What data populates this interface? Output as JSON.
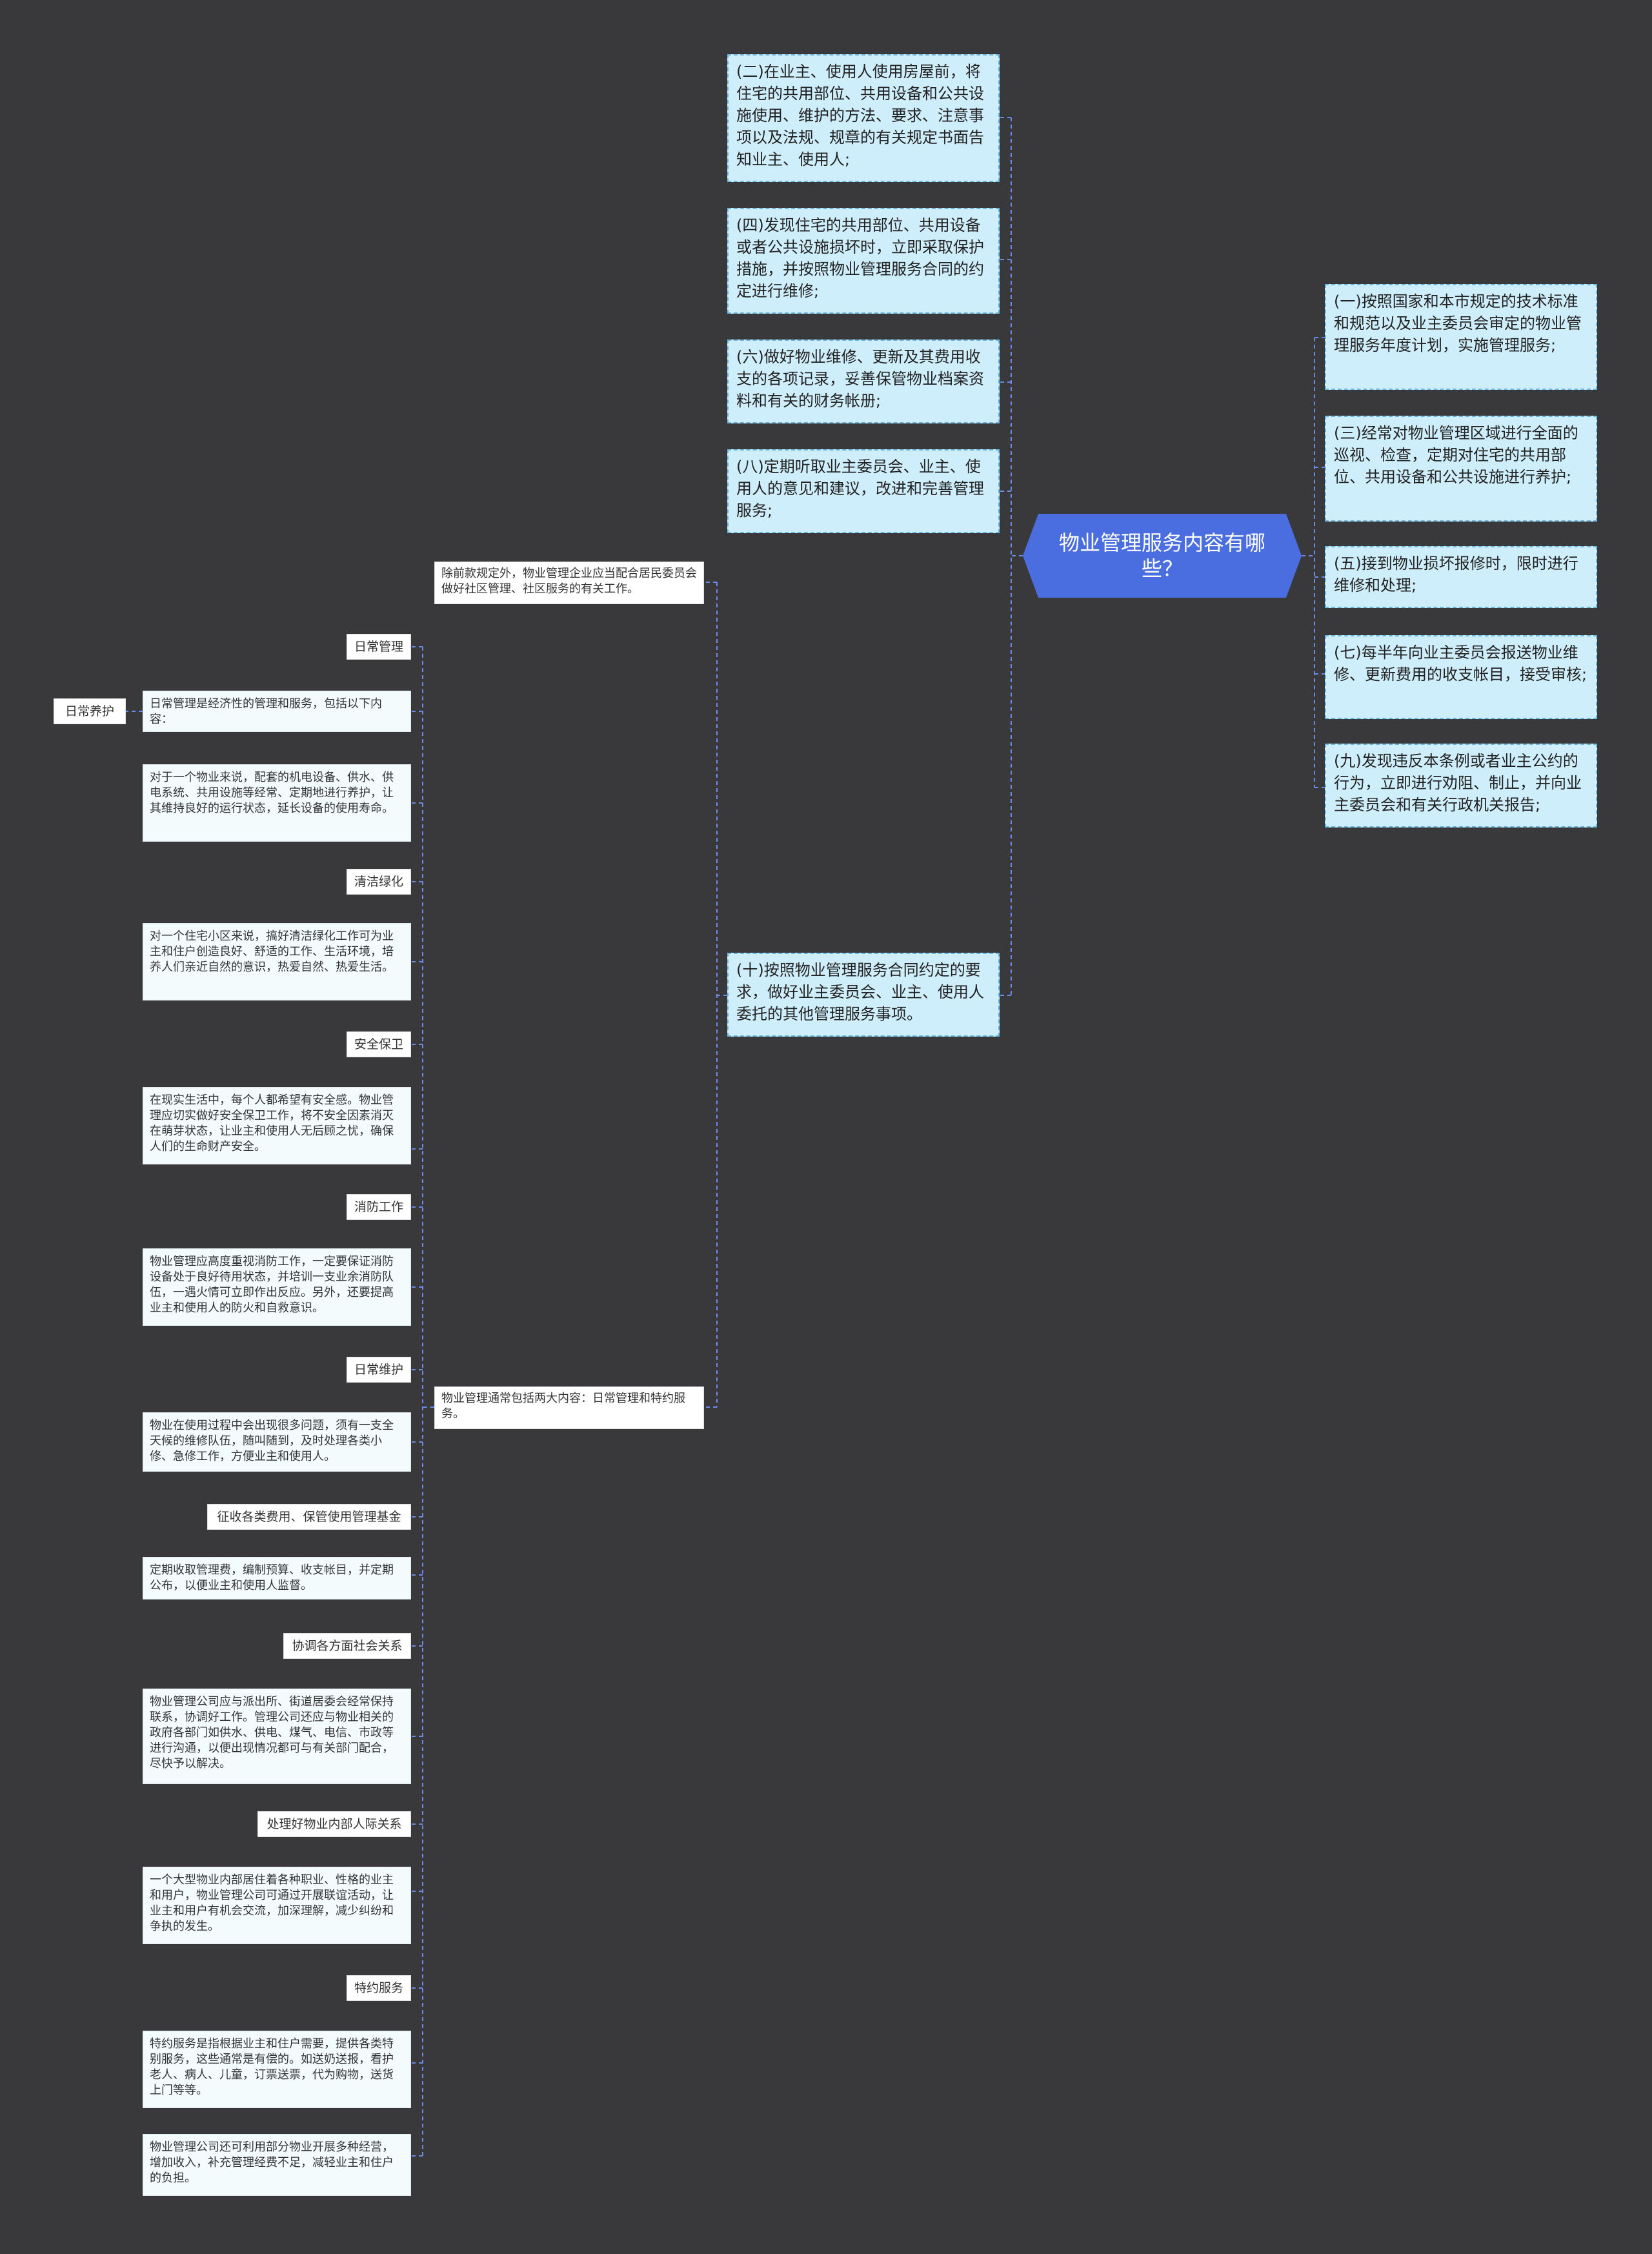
{
  "root": {
    "title": "物业管理服务内容有哪些？"
  },
  "right_items": [
    "(一)按照国家和本市规定的技术标准和规范以及业主委员会审定的物业管理服务年度计划，实施管理服务;",
    "(三)经常对物业管理区域进行全面的巡视、检查，定期对住宅的共用部位、共用设备和公共设施进行养护;",
    "(五)接到物业损坏报修时，限时进行维修和处理;",
    "(七)每半年向业主委员会报送物业维修、更新费用的收支帐目，接受审核;",
    "(九)发现违反本条例或者业主公约的行为，立即进行劝阻、制止，并向业主委员会和有关行政机关报告;"
  ],
  "left_items": [
    "(二)在业主、使用人使用房屋前，将住宅的共用部位、共用设备和公共设施使用、维护的方法、要求、注意事项以及法规、规章的有关规定书面告知业主、使用人;",
    "(四)发现住宅的共用部位、共用设备或者公共设施损坏时，立即采取保护措施，并按照物业管理服务合同的约定进行维修;",
    "(六)做好物业维修、更新及其费用收支的各项记录，妥善保管物业档案资料和有关的财务帐册;",
    "(八)定期听取业主委员会、业主、使用人的意见和建议，改进和完善管理服务;",
    "(十)按照物业管理服务合同约定的要求，做好业主委员会、业主、使用人委托的其他管理服务事项。"
  ],
  "sub_nodes": {
    "community": "除前款规定外，物业管理企业应当配合居民委员会做好社区管理、社区服务的有关工作。",
    "two_contents": "物业管理通常包括两大内容：日常管理和特约服务。"
  },
  "detail": {
    "daily_management_label": "日常管理",
    "daily_management_text": "日常管理是经济性的管理和服务，包括以下内容：",
    "daily_maintenance_outer_label": "日常养护",
    "equipment_text": "对于一个物业来说，配套的机电设备、供水、供电系统、共用设施等经常、定期地进行养护，让其维持良好的运行状态，延长设备的使用寿命。",
    "cleaning_label": "清洁绿化",
    "cleaning_text": "对一个住宅小区来说，搞好清洁绿化工作可为业主和住户创造良好、舒适的工作、生活环境，培养人们亲近自然的意识，热爱自然、热爱生活。",
    "security_label": "安全保卫",
    "security_text": "在现实生活中，每个人都希望有安全感。物业管理应切实做好安全保卫工作，将不安全因素消灭在萌芽状态，让业主和使用人无后顾之忧，确保人们的生命财产安全。",
    "fire_label": "消防工作",
    "fire_text": "物业管理应高度重视消防工作，一定要保证消防设备处于良好待用状态，并培训一支业余消防队伍，一遇火情可立即作出反应。另外，还要提高业主和使用人的防火和自救意识。",
    "repair_label": "日常维护",
    "repair_text": "物业在使用过程中会出现很多问题，须有一支全天候的维修队伍，随叫随到，及时处理各类小修、急修工作，方便业主和使用人。",
    "fee_label": "征收各类费用、保管使用管理基金",
    "fee_text": "定期收取管理费，编制预算、收支帐目，并定期公布，以便业主和使用人监督。",
    "social_label": "协调各方面社会关系",
    "social_text": "物业管理公司应与派出所、街道居委会经常保持联系，协调好工作。管理公司还应与物业相关的政府各部门如供水、供电、煤气、电信、市政等进行沟通，以便出现情况都可与有关部门配合，尽快予以解决。",
    "internal_label": "处理好物业内部人际关系",
    "internal_text": "一个大型物业内部居住着各种职业、性格的业主和用户，物业管理公司可通过开展联谊活动，让业主和用户有机会交流，加深理解，减少纠纷和争执的发生。",
    "special_label": "特约服务",
    "special_text": "特约服务是指根据业主和住户需要，提供各类特别服务，这些通常是有偿的。如送奶送报，看护老人、病人、儿童，订票送票，代为购物，送货上门等等。",
    "diversified_text": "物业管理公司还可利用部分物业开展多种经营，增加收入，补充管理经费不足，减轻业主和住户的负担。"
  },
  "colors": {
    "background": "#39383b",
    "root_fill": "#4a6ee0",
    "l1_fill": "#cfeefb",
    "l1_border": "#6ab8e0",
    "connector": "#6a8ce8"
  }
}
